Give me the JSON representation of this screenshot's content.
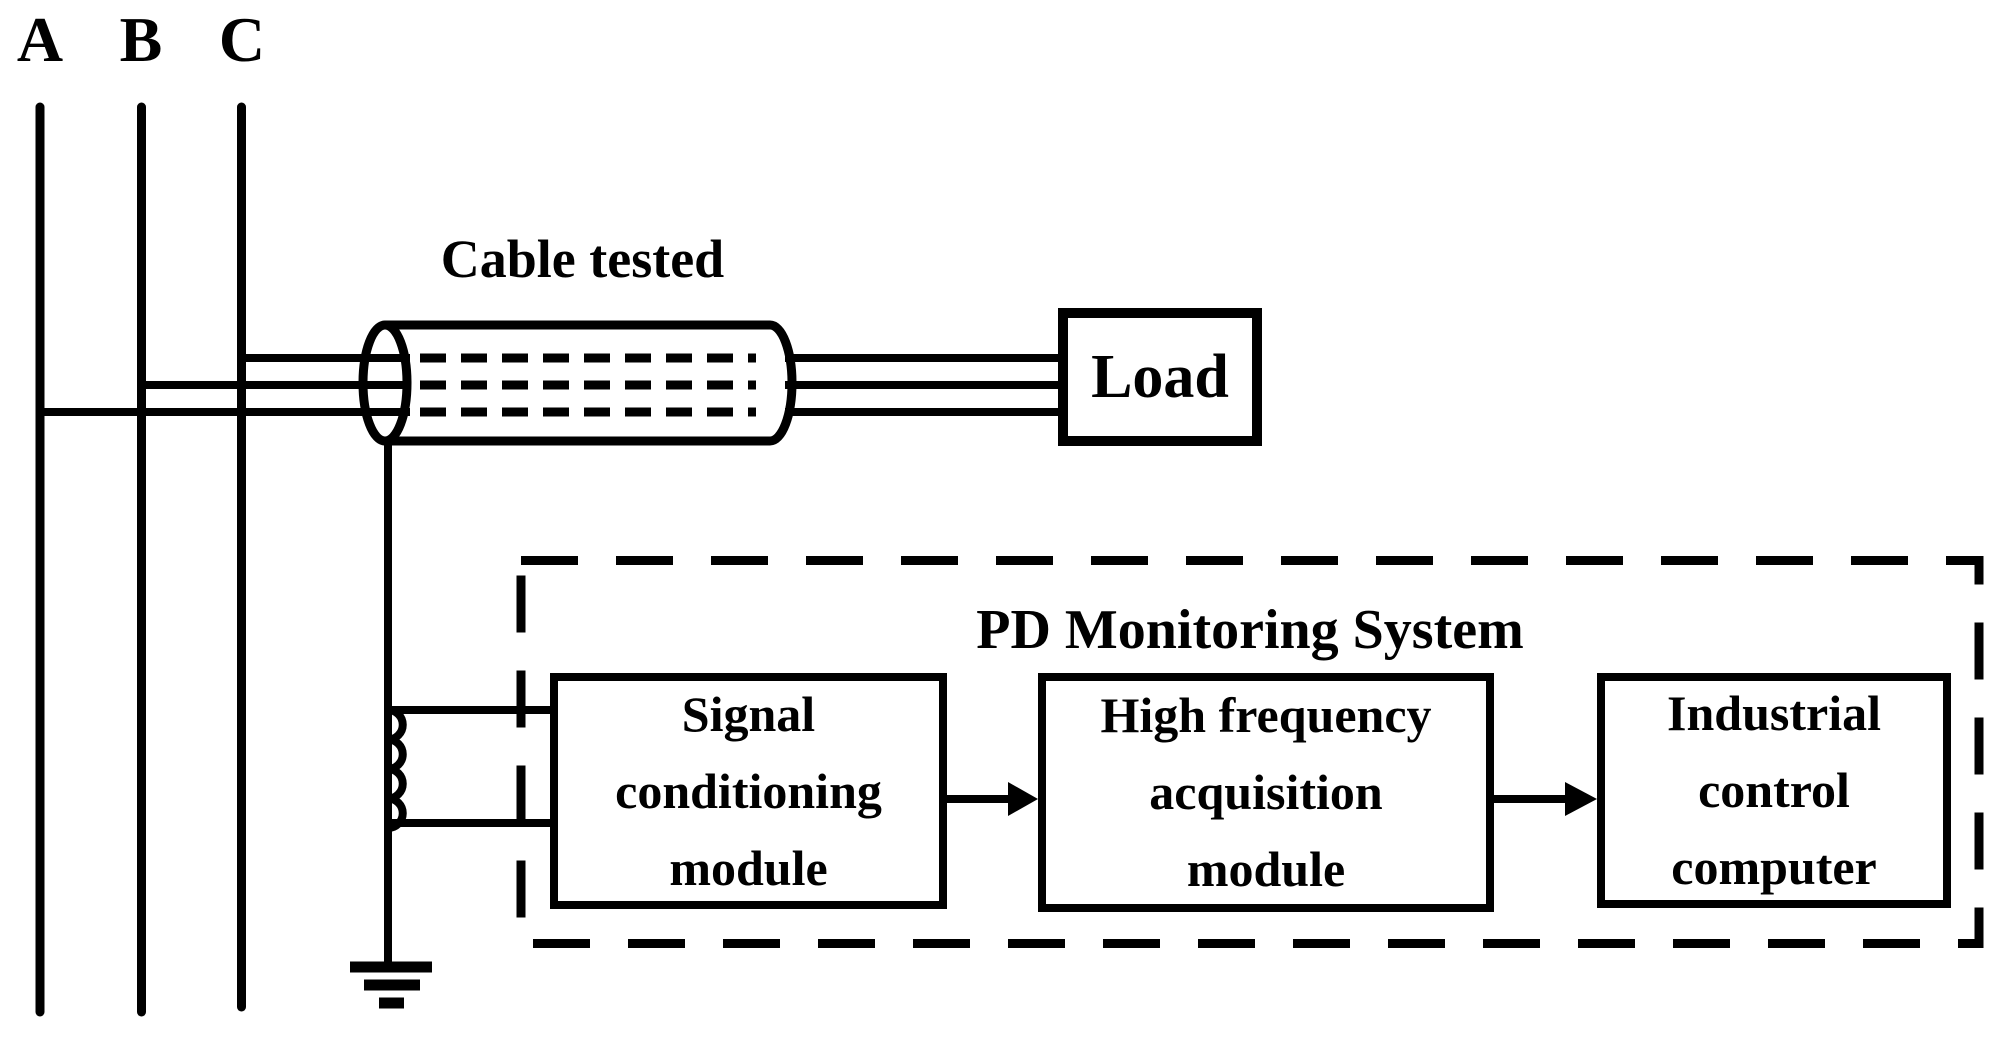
{
  "colors": {
    "ink": "#000000",
    "background": "#ffffff"
  },
  "phases": [
    "A",
    "B",
    "C"
  ],
  "cable": {
    "label": "Cable tested"
  },
  "load": {
    "label": "Load"
  },
  "pd_system": {
    "title": "PD Monitoring System",
    "modules": [
      {
        "lines": [
          "Signal",
          "conditioning",
          "module"
        ]
      },
      {
        "lines": [
          "High frequency",
          "acquisition",
          "module"
        ]
      },
      {
        "lines": [
          "Industrial",
          "control",
          "computer"
        ]
      }
    ]
  }
}
